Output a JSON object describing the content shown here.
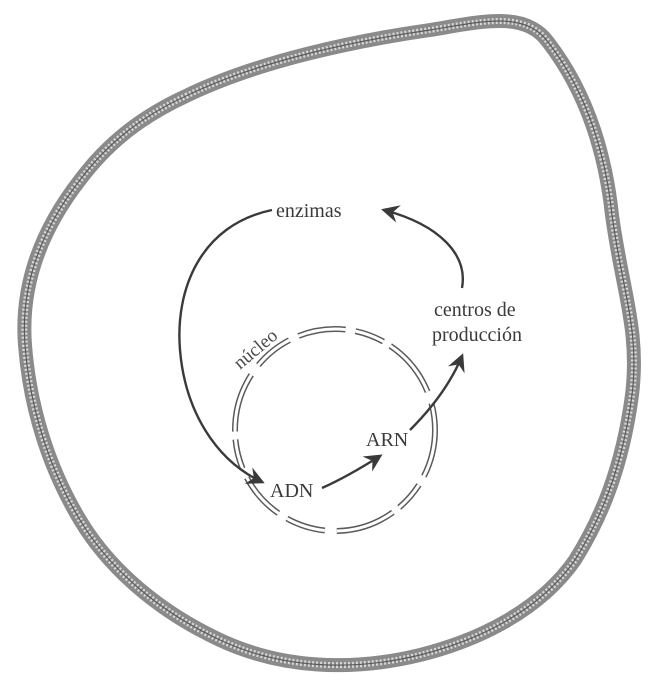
{
  "labels": {
    "enzymes": "enzimas",
    "production_line1": "centros de",
    "production_line2": "producción",
    "nucleus": "núcleo",
    "rna": "ARN",
    "dna": "ADN"
  },
  "colors": {
    "ink": "#3a3a3a",
    "membrane": "#6e6e6e",
    "background": "#ffffff"
  }
}
